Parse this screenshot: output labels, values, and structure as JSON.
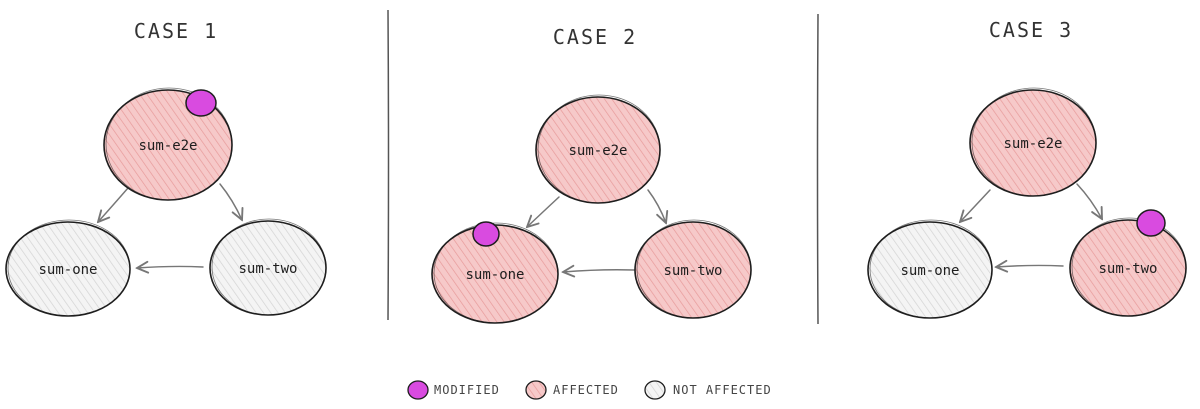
{
  "colors": {
    "modified": "#d94be0",
    "affected_fill": "#f6c9c9",
    "affected_hatch": "#e79a9a",
    "not_affected_fill": "#f4f4f4",
    "not_affected_hatch": "#d3d3d3",
    "stroke": "#1e1e1e",
    "arrow": "#777777",
    "divider": "#555555"
  },
  "cases": [
    {
      "title": "CASE 1",
      "nodes": [
        {
          "id": "e2e",
          "label": "sum-e2e",
          "state": "affected",
          "modified": true
        },
        {
          "id": "one",
          "label": "sum-one",
          "state": "not_affected",
          "modified": false
        },
        {
          "id": "two",
          "label": "sum-two",
          "state": "not_affected",
          "modified": false
        }
      ]
    },
    {
      "title": "CASE 2",
      "nodes": [
        {
          "id": "e2e",
          "label": "sum-e2e",
          "state": "affected",
          "modified": false
        },
        {
          "id": "one",
          "label": "sum-one",
          "state": "affected",
          "modified": true
        },
        {
          "id": "two",
          "label": "sum-two",
          "state": "affected",
          "modified": false
        }
      ]
    },
    {
      "title": "CASE 3",
      "nodes": [
        {
          "id": "e2e",
          "label": "sum-e2e",
          "state": "affected",
          "modified": false
        },
        {
          "id": "one",
          "label": "sum-one",
          "state": "not_affected",
          "modified": false
        },
        {
          "id": "two",
          "label": "sum-two",
          "state": "affected",
          "modified": true
        }
      ]
    }
  ],
  "edges": [
    {
      "from": "e2e",
      "to": "one"
    },
    {
      "from": "e2e",
      "to": "two"
    },
    {
      "from": "two",
      "to": "one"
    }
  ],
  "legend": {
    "modified": "MODIFIED",
    "affected": "AFFECTED",
    "not_affected": "NOT AFFECTED"
  }
}
